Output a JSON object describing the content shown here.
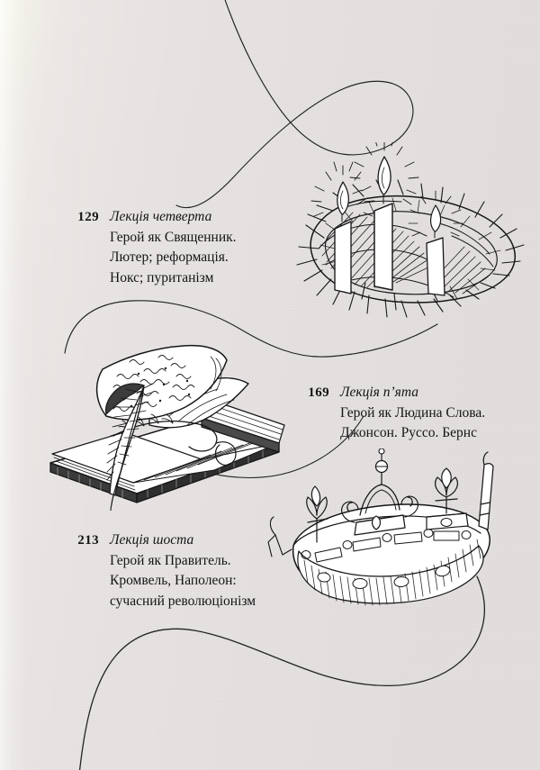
{
  "page": {
    "kind": "book-table-of-contents",
    "background_color": "#e4e0e0",
    "ink_color": "#141414",
    "language": "uk"
  },
  "contents": {
    "entries": [
      {
        "page_number": "129",
        "title": "Лекція четверта",
        "lines": [
          "Герой як Священник.",
          "Лютер; реформація.",
          "Нокс; пуританізм"
        ],
        "illustration": "crown-of-thorns-with-candles-illustration"
      },
      {
        "page_number": "169",
        "title": "Лекція п’ята",
        "lines": [
          "Герой як Людина Слова.",
          "Джонсон. Руссо. Бернс"
        ],
        "illustration": "open-book-with-quill-illustration"
      },
      {
        "page_number": "213",
        "title": "Лекція шоста",
        "lines": [
          "Герой як Правитель.",
          "Кромвель, Наполеон:",
          "сучасний революціонізм"
        ],
        "illustration": "royal-crown-illustration"
      }
    ]
  },
  "decoration": {
    "flourish_color": "#222222",
    "flourishes": [
      "upper-loop-flourish",
      "middle-arc-flourish",
      "lower-s-curve-flourish"
    ]
  }
}
